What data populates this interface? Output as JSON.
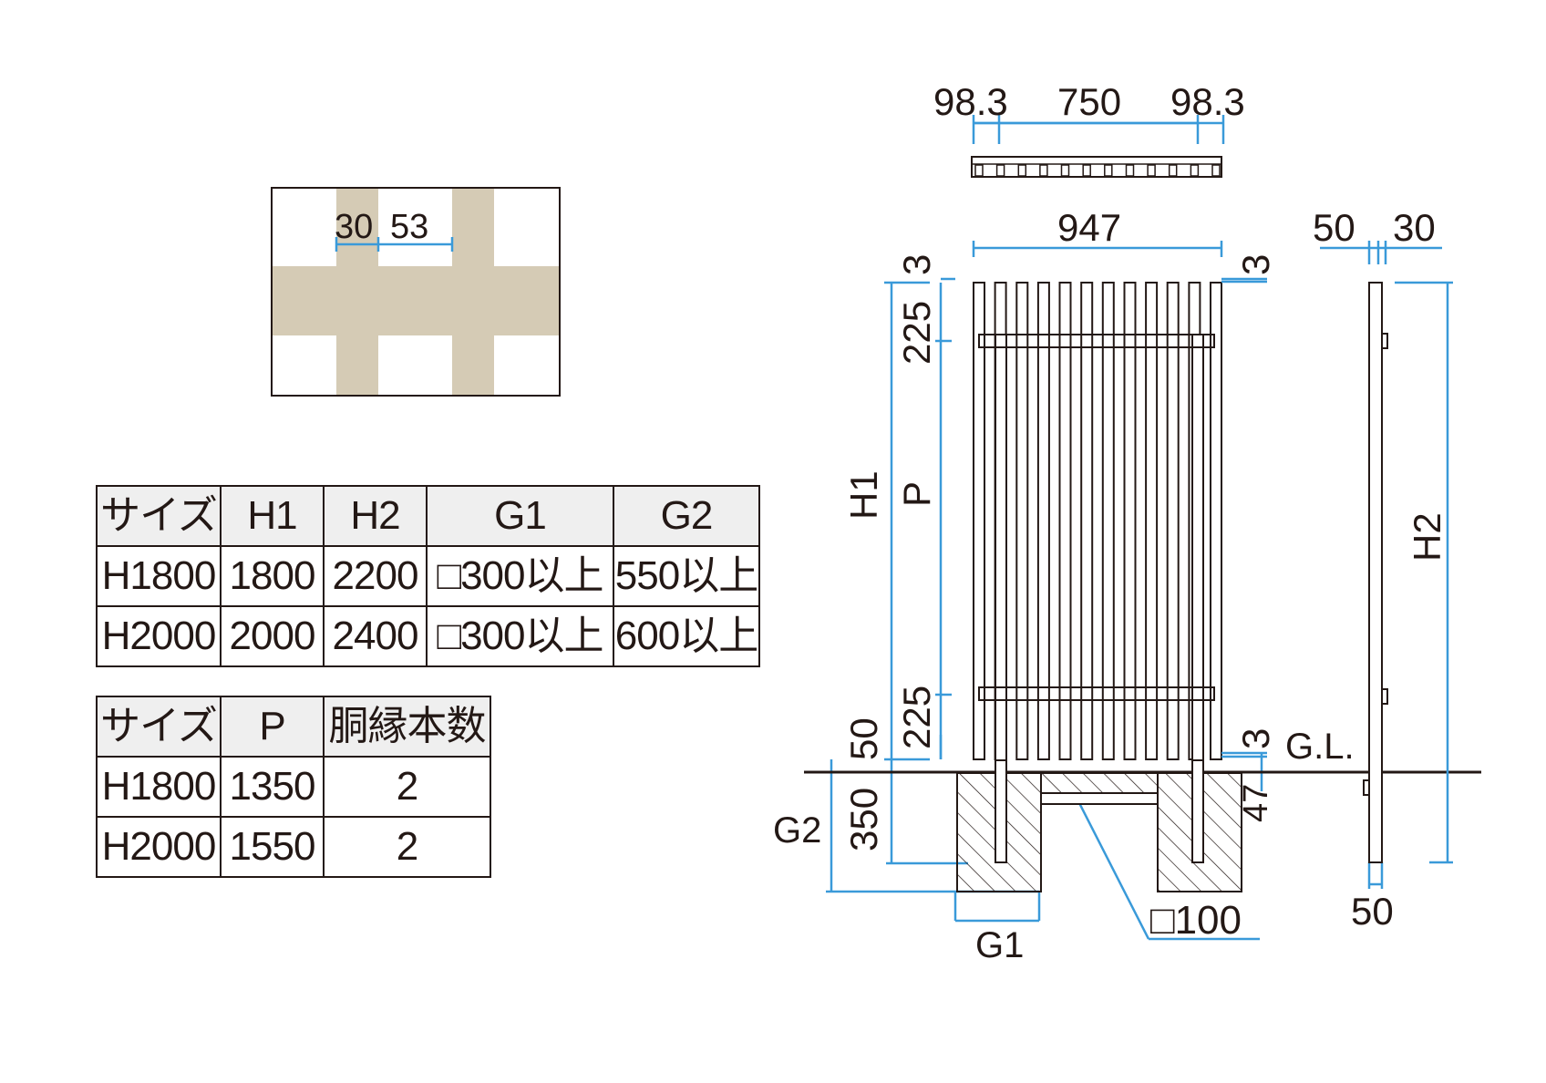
{
  "colors": {
    "line": "#231815",
    "dimension": "#3a9ad9",
    "pattern_fill": "#d5cbb5"
  },
  "pattern_detail": {
    "dim_a": "30",
    "dim_b": "53"
  },
  "top_view": {
    "dim_left": "98.3",
    "dim_center": "750",
    "dim_right": "98.3"
  },
  "front_view": {
    "width": "947",
    "top_gap_left": "3",
    "top_gap_right": "3",
    "top_offset": "225",
    "bottom_offset": "225",
    "height_label": "H1",
    "pitch_label": "P",
    "bottom_clearance": "50",
    "bottom_gap_right": "3",
    "ground_label": "G.L.",
    "embed_depth": "350",
    "embed_right": "47",
    "foundation_depth_label": "G2",
    "foundation_width_label": "G1",
    "beam_label": "□100"
  },
  "side_view": {
    "depth_a": "50",
    "depth_b": "30",
    "height_label": "H2",
    "post_size": "50"
  },
  "table_main": {
    "headers": [
      "サイズ",
      "H1",
      "H2",
      "G1",
      "G2"
    ],
    "rows": [
      [
        "H1800",
        "1800",
        "2200",
        "□300以上",
        "550以上"
      ],
      [
        "H2000",
        "2000",
        "2400",
        "□300以上",
        "600以上"
      ]
    ]
  },
  "table_sub": {
    "headers": [
      "サイズ",
      "P",
      "胴縁本数"
    ],
    "rows": [
      [
        "H1800",
        "1350",
        "2"
      ],
      [
        "H2000",
        "1550",
        "2"
      ]
    ]
  }
}
